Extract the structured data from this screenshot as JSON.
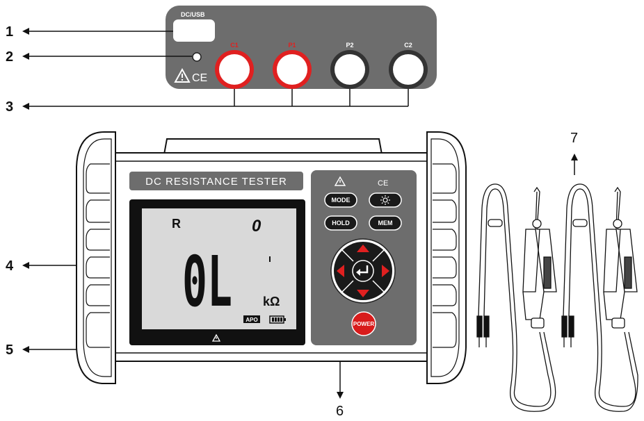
{
  "callouts": [
    "1",
    "2",
    "3",
    "4",
    "5",
    "6",
    "7"
  ],
  "top_panel": {
    "port_label": "DC/USB",
    "terminals": [
      {
        "label": "C1",
        "color": "#e02020"
      },
      {
        "label": "P1",
        "color": "#e02020"
      },
      {
        "label": "P2",
        "color": "#ffffff"
      },
      {
        "label": "C2",
        "color": "#ffffff"
      }
    ],
    "icons": [
      "warning-icon",
      "ce-mark-icon"
    ],
    "ce_text": "CE"
  },
  "device": {
    "title": "DC RESISTANCE TESTER",
    "lcd": {
      "mode_indicator": "R",
      "range_digit": "0",
      "main_reading": "0L",
      "unit": "kΩ",
      "apo_badge": "APO",
      "icons": [
        "battery-icon"
      ]
    },
    "bottom_icon": "warning-icon",
    "keypad": {
      "header_icons": [
        "warning-icon",
        "ce-mark-icon"
      ],
      "ce_text": "CE",
      "buttons": {
        "mode": "MODE",
        "backlight_icon": "sun-icon",
        "hold": "HOLD",
        "mem": "MEM",
        "power": "POWER"
      },
      "dpad_icons": [
        "arrow-up-icon",
        "arrow-down-icon",
        "arrow-left-icon",
        "arrow-right-icon",
        "enter-icon"
      ]
    }
  },
  "colors": {
    "panel_gray": "#6d6d6d",
    "terminal_red": "#e02020",
    "power_red": "#d81b1b",
    "lcd_bg": "#d9d9d9",
    "bezel": "#111111"
  }
}
